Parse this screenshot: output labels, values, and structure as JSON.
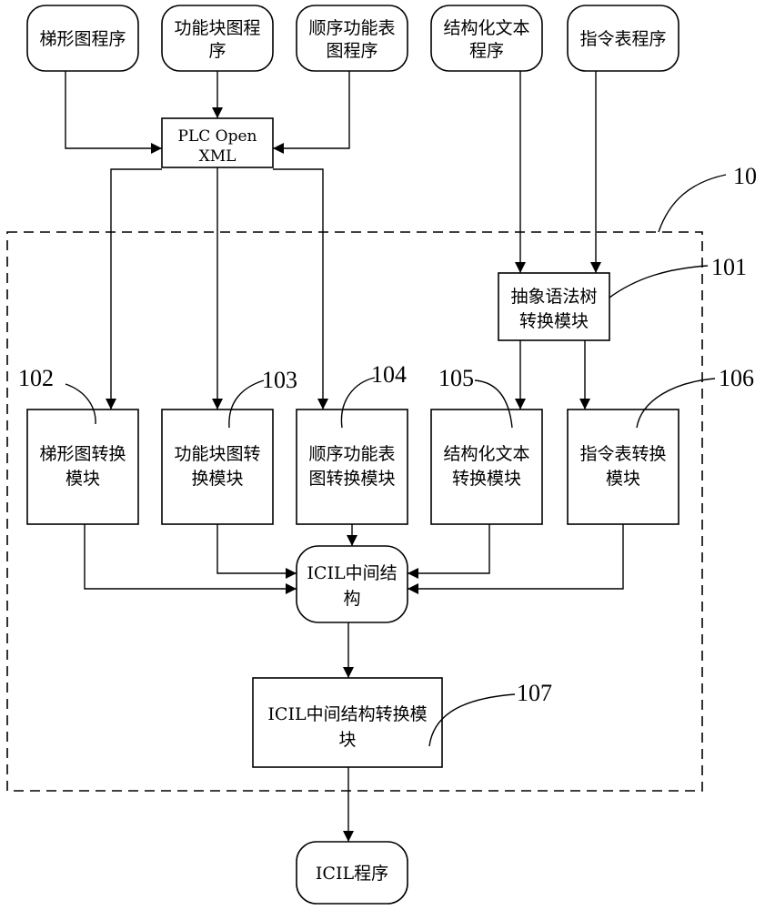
{
  "sources": {
    "ladder": [
      "梯形图程序"
    ],
    "fbd": [
      "功能块图程",
      "序"
    ],
    "sfc": [
      "顺序功能表",
      "图程序"
    ],
    "st": [
      "结构化文本",
      "程序"
    ],
    "il": [
      "指令表程序"
    ]
  },
  "plc_xml": [
    "PLC Open",
    "XML"
  ],
  "ast_module": [
    "抽象语法树",
    "转换模块"
  ],
  "modules": {
    "ladder": [
      "梯形图转换",
      "模块"
    ],
    "fbd": [
      "功能块图转",
      "换模块"
    ],
    "sfc": [
      "顺序功能表",
      "图转换模块"
    ],
    "st": [
      "结构化文本",
      "转换模块"
    ],
    "il": [
      "指令表转换",
      "模块"
    ]
  },
  "icil_struct": [
    "ICIL中间结",
    "构"
  ],
  "icil_converter": [
    "ICIL中间结构转换模",
    "块"
  ],
  "icil_program": [
    "ICIL程序"
  ],
  "refs": {
    "system": "10",
    "ast": "101",
    "ladder": "102",
    "fbd": "103",
    "sfc": "104",
    "st": "105",
    "il": "106",
    "converter": "107"
  }
}
